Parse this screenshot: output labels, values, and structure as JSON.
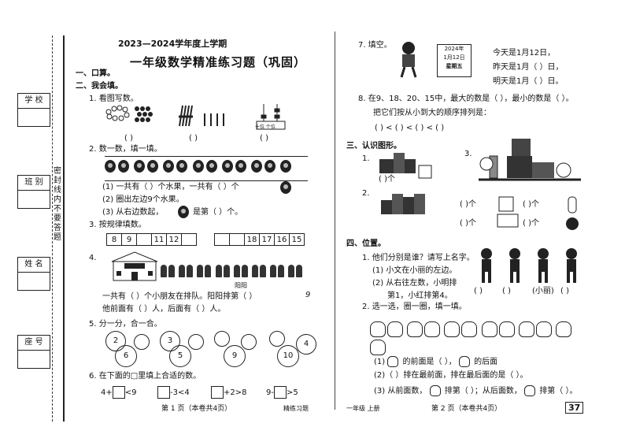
{
  "binding": {
    "fields": [
      "学 校",
      "班 别",
      "姓 名",
      "座 号"
    ],
    "seal_text": "密封线内不要答题"
  },
  "header": {
    "year_line": "2023—2024学年度上学期",
    "title": "一年级数学精准练习题（巩固）"
  },
  "left": {
    "sec1": "一、口算。",
    "sec2": "二、我会填。",
    "q1": "1. 看图写数。",
    "q1_counter": "十位 个位",
    "q1_blanks": [
      "(        )",
      "(        )",
      "(        )"
    ],
    "q2": "2. 数一数，填一填。",
    "q2_l1": "(1) 一共有（     ）个水果，一共有（     ）个",
    "q2_l2": "(2) 圈出左边9个水果。",
    "q2_l3": "(3) 从右边数起，",
    "q2_l3b": "是第（     ）个。",
    "q3": "3. 按规律填数。",
    "q3_seq1": [
      "8",
      "9",
      "",
      "11",
      "12",
      ""
    ],
    "q3_seq2": [
      "",
      "",
      "18",
      "17",
      "16",
      "15"
    ],
    "q4": "4.",
    "q4_sign": "阳阳",
    "q4_l1": "一共有（     ）个小朋友在排队。阳阳排第（     ）",
    "q4_l1_mark": "9",
    "q4_l2": "他前面有（     ）人，后面有（     ）人。",
    "q5": "5. 分一分，合一合。",
    "q5_tops": [
      "2",
      "3",
      "",
      "4"
    ],
    "q5_bottoms": [
      "6",
      "5",
      "9",
      "10"
    ],
    "q6": "6. 在下面的□里填上合适的数。",
    "q6_items": [
      "4+",
      "<9",
      "-3<4",
      "+2>8",
      "9-",
      ">5"
    ],
    "footer_left": "第 1 页（本卷共4页）",
    "footer_left2": "精练习题"
  },
  "right": {
    "q7": "7. 填空。",
    "calendar": [
      "2024年",
      "1月12日",
      "星期五"
    ],
    "q7_l1": "今天是1月12日，",
    "q7_l2": "昨天是1月（     ）日，",
    "q7_l3": "明天是1月（     ）日。",
    "q8": "8. 在9、18、20、15中，最大的数是（     ），最小的数是（     ）。",
    "q8_l2": "把它们按从小到大的顺序排列是：",
    "q8_order": "(        ) < (        ) < (        ) < (        )",
    "sec3": "三、认识图形。",
    "s3_1": "1.",
    "s3_2": "2.",
    "s3_3": "3.",
    "s3_blank": "(     )个",
    "sec4": "四、位置。",
    "p1": "1. 他们分别是谁？请写上名字。",
    "p1_a": "(1) 小文在小丽的左边。",
    "p1_b": "(2) 从右往左数，小明排",
    "p1_c": "第1，小红排第4。",
    "p1_names": [
      "(      )",
      "(      )",
      "(小丽)",
      "(      )"
    ],
    "p2": "2. 选一选，圈一圈，填一填。",
    "p2_a": "(1)",
    "p2_a2": "的前面是（        ），",
    "p2_a3": "的后面",
    "p2_b": "(2)（        ）排在最前面，排在最后面的是（        ）。",
    "p2_c": "(3) 从前面数，",
    "p2_c2": "排第（     ）；从后面数，",
    "p2_c3": "排第（     ）。",
    "footer_grade": "一年级  上册",
    "footer_right": "第 2 页（本卷共4页）",
    "page_number": "37"
  }
}
